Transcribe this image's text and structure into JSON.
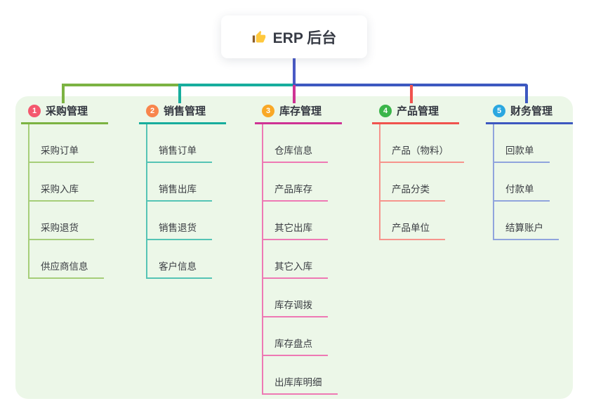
{
  "root": {
    "label": "ERP 后台",
    "icon": "thumbs-up"
  },
  "colors": {
    "page_bg": "#FFFFFF",
    "panel_bg": "#ECF7E8",
    "root_line": "#4A5AC5",
    "root_text": "#373B45",
    "node_text": "#3A3D42"
  },
  "branches": [
    {
      "num": "1",
      "label": "采购管理",
      "badge_color": "#F4586E",
      "main_color": "#7CB342",
      "sub_color": "#A6CE79",
      "children": [
        "采购订单",
        "采购入库",
        "采购退货",
        "供应商信息"
      ]
    },
    {
      "num": "2",
      "label": "销售管理",
      "badge_color": "#F8854C",
      "main_color": "#17AD9D",
      "sub_color": "#55C4B5",
      "children": [
        "销售订单",
        "销售出库",
        "销售退货",
        "客户信息"
      ]
    },
    {
      "num": "3",
      "label": "库存管理",
      "badge_color": "#F9A826",
      "main_color": "#CE3394",
      "sub_color": "#EE79B4",
      "children": [
        "仓库信息",
        "产品库存",
        "其它出库",
        "其它入库",
        "库存调拨",
        "库存盘点",
        "出库库明细"
      ]
    },
    {
      "num": "4",
      "label": "产品管理",
      "badge_color": "#3BB54A",
      "main_color": "#F0534E",
      "sub_color": "#F6948C",
      "children": [
        "产品（物料）",
        "产品分类",
        "产品单位"
      ]
    },
    {
      "num": "5",
      "label": "财务管理",
      "badge_color": "#2BA7E0",
      "main_color": "#3D58C0",
      "sub_color": "#90A4DD",
      "children": [
        "回款单",
        "付款单",
        "结算账户"
      ]
    }
  ]
}
